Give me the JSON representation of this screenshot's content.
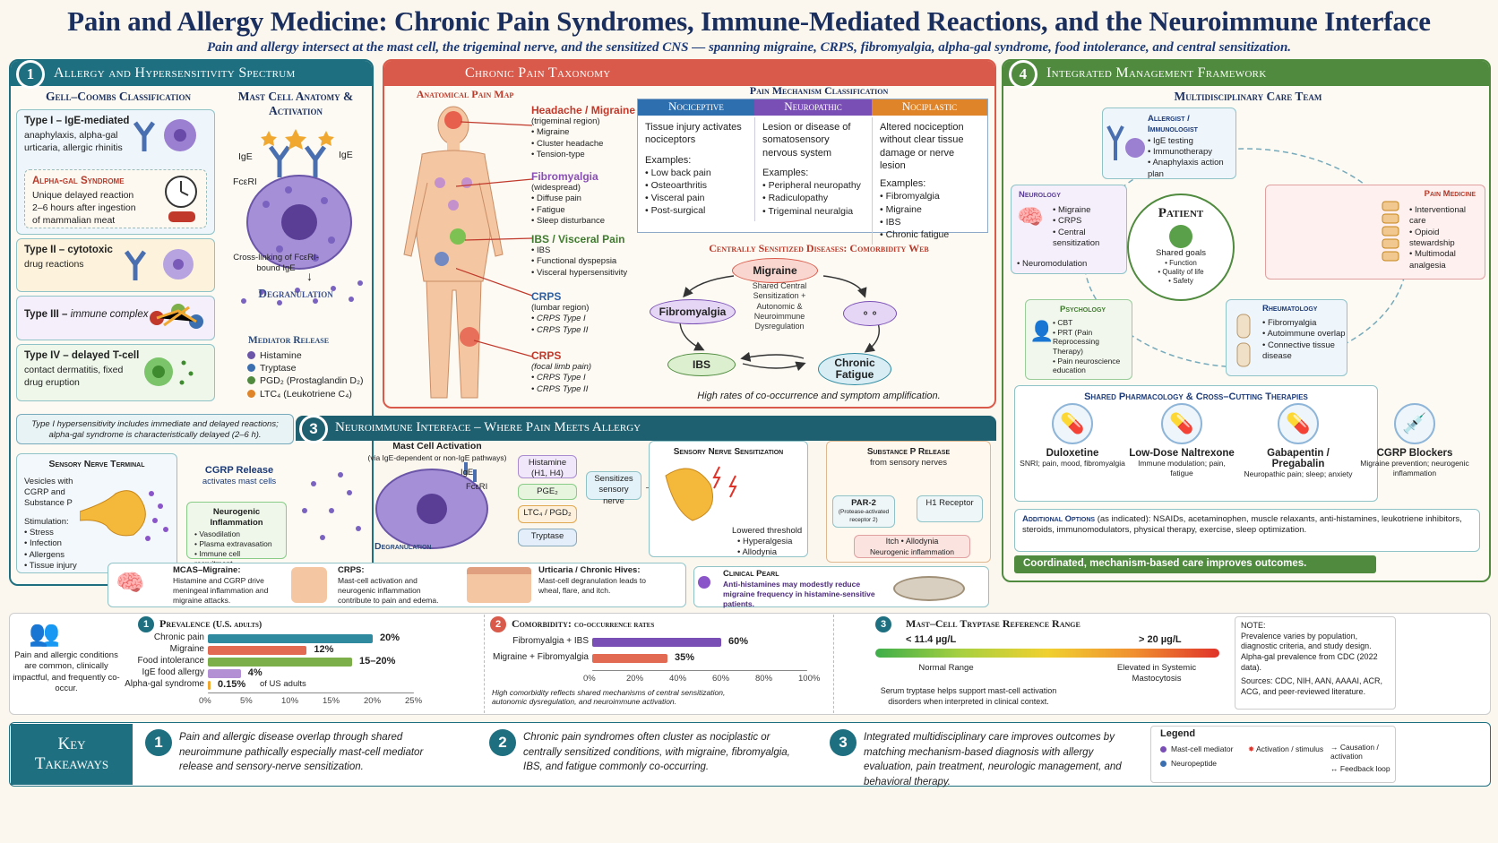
{
  "header": {
    "title": "Pain and Allergy Medicine: Chronic Pain Syndromes, Immune-Mediated Reactions, and the Neuroimmune Interface",
    "subtitle": "Pain and allergy intersect at the mast cell, the trigeminal nerve, and the sensitized CNS — spanning migraine, CRPS, fibromyalgia, alpha-gal syndrome, food intolerance, and central sensitization."
  },
  "p1": {
    "num": "1",
    "title": "Allergy and Hypersensitivity Spectrum",
    "gell_title": "Gell–Coombs Classification",
    "mast_title": "Mast Cell Anatomy & Activation",
    "type1_title": "Type I – IgE-mediated",
    "type1_desc": "anaphylaxis, alpha-gal urticaria, allergic rhinitis",
    "alpha_title": "Alpha-gal Syndrome",
    "alpha_desc": "Unique delayed reaction 2–6 hours after ingestion of mammalian meat",
    "type2_title": "Type II – cytotoxic",
    "type2_desc": "drug reactions",
    "type3_title": "Type III – ",
    "type3_it": "immune complex",
    "type4_title": "Type IV – delayed T-cell",
    "type4_desc": "contact dermatitis, fixed drug eruption",
    "ige": "IgE",
    "ige2": "IgE",
    "fceri": "FcεRI",
    "crosslink": "Cross-linking of FcεRI-bound IgE",
    "degran": "Degranulation",
    "mediator_title": "Mediator Release",
    "mediators": [
      "Histamine",
      "Tryptase",
      "PGD₂ (Prostaglandin D₂)",
      "LTC₄ (Leukotriene C₄)"
    ],
    "note": "Type I hypersensitivity includes immediate and delayed reactions; alpha-gal syndrome is characteristically delayed (2–6 h)."
  },
  "p2": {
    "title": "Chronic Pain Taxonomy",
    "map_title": "Anatomical Pain Map",
    "regions": [
      {
        "title": "Headache / Migraine",
        "sub": "(trigeminal region)",
        "items": [
          "Migraine",
          "Cluster headache",
          "Tension-type"
        ]
      },
      {
        "title": "Fibromyalgia",
        "sub": "(widespread)",
        "items": [
          "Diffuse pain",
          "Fatigue",
          "Sleep disturbance"
        ]
      },
      {
        "title": "IBS / Visceral Pain",
        "sub": "",
        "items": [
          "IBS",
          "Functional dyspepsia",
          "Visceral hypersensitivity"
        ]
      },
      {
        "title": "CRPS",
        "sub": "(lumbar region)",
        "items": [
          "CRPS Type I",
          "CRPS Type II"
        ]
      },
      {
        "title": "CRPS",
        "sub": "(focal limb pain)",
        "items": [
          "CRPS Type I",
          "CRPS Type II"
        ]
      }
    ],
    "mech_title": "Pain Mechanism Classification",
    "mech": [
      {
        "head": "Nociceptive",
        "desc": "Tissue injury activates nociceptors",
        "ex_title": "Examples:",
        "ex": [
          "Low back pain",
          "Osteoarthritis",
          "Visceral pain",
          "Post-surgical"
        ]
      },
      {
        "head": "Neuropathic",
        "desc": "Lesion or disease of somatosensory nervous system",
        "ex_title": "Examples:",
        "ex": [
          "Peripheral neuropathy",
          "Radiculopathy",
          "Trigeminal neuralgia"
        ]
      },
      {
        "head": "Nociplastic",
        "desc": "Altered nociception without clear tissue damage or nerve lesion",
        "ex_title": "Examples:",
        "ex": [
          "Fibromyalgia",
          "Migraine",
          "IBS",
          "Chronic fatigue"
        ]
      }
    ],
    "web_title": "Centrally Sensitized Diseases: Comorbidity Web",
    "web_nodes": [
      "Migraine",
      "Fibromyalgia",
      "IBS",
      "Chronic Fatigue"
    ],
    "web_center": "Shared Central Sensitization + Autonomic & Neuroimmune Dysregulation",
    "web_caption": "High rates of co-occurrence and symptom amplification."
  },
  "p3": {
    "num": "3",
    "title": "Neuroimmune Interface – Where Pain Meets Allergy",
    "terminal_title": "Sensory Nerve Terminal",
    "vesicles": "Vesicles with CGRP and Substance P",
    "stim_title": "Stimulation:",
    "stim": [
      "Stress",
      "Infection",
      "Allergens",
      "Tissue injury"
    ],
    "cgrp": "CGRP Release",
    "cgrp_sub": "activates mast cells",
    "neuro_title": "Neurogenic Inflammation",
    "neuro": [
      "Vasodilation",
      "Plasma extravasation",
      "Immune cell recruitment"
    ],
    "mc_title": "Mast Cell Activation",
    "mc_sub": "(via IgE-dependent or non-IgE pathways)",
    "ige": "IgE",
    "fceri": "FcεRI",
    "degran": "Degranulation",
    "mediators": [
      "Histamine (H1, H4)",
      "PGE₂",
      "LTC₄ / PGD₂",
      "Tryptase"
    ],
    "sensitizes": "Sensitizes sensory nerve",
    "sns_title": "Sensory Nerve Sensitization",
    "sns_lt": "Lowered threshold",
    "sns": [
      "Hyperalgesia",
      "Allodynia"
    ],
    "sp_title": "Substance P Release",
    "sp_sub": "from sensory nerves",
    "par2": "PAR-2",
    "par2_sub": "(Protease-activated receptor 2)",
    "h1": "H1 Receptor",
    "itch": "Itch • Allodynia",
    "itch2": "Neurogenic inflammation",
    "mcas_title": "MCAS–Migraine:",
    "mcas": "Histamine and CGRP drive meningeal inflammation and migraine attacks.",
    "crps_title": "CRPS:",
    "crps": "Mast-cell activation and neurogenic inflammation contribute to pain and edema.",
    "urt_title": "Urticaria / Chronic Hives:",
    "urt": "Mast-cell degranulation leads to wheal, flare, and itch.",
    "pearl_title": "Clinical Pearl",
    "pearl": "Anti-histamines may modestly reduce migraine frequency in histamine-sensitive patients."
  },
  "p4": {
    "num": "4",
    "title": "Integrated Management Framework",
    "team_title": "Multidisciplinary Care Team",
    "allergist_title": "Allergist / Immunologist",
    "allergist": [
      "IgE testing",
      "Immunotherapy",
      "Anaphylaxis action plan"
    ],
    "neuro_title": "Neurology",
    "neuro": [
      "Migraine",
      "CRPS",
      "Central sensitization",
      "Neuromodulation"
    ],
    "pain_title": "Pain Medicine",
    "pain": [
      "Interventional care",
      "Opioid stewardship",
      "Multimodal analgesia"
    ],
    "psych_title": "Psychology",
    "psych": [
      "CBT",
      "PRT (Pain Reprocessing Therapy)",
      "Pain neuroscience education"
    ],
    "rheum_title": "Rheumatology",
    "rheum": [
      "Fibromyalgia",
      "Autoimmune overlap",
      "Connective tissue disease"
    ],
    "patient": "Patient",
    "patient_goals": "Shared goals",
    "patient_list": [
      "Function",
      "Quality of life",
      "Safety"
    ],
    "pharm_title": "Shared Pharmacology & Cross–Cutting Therapies",
    "drugs": [
      {
        "name": "Duloxetine",
        "desc": "SNRI; pain, mood, fibromyalgia"
      },
      {
        "name": "Low-Dose Naltrexone",
        "desc": "Immune modulation; pain, fatigue"
      },
      {
        "name": "Gabapentin / Pregabalin",
        "desc": "Neuropathic pain; sleep; anxiety"
      },
      {
        "name": "CGRP Blockers",
        "desc": "Migraine prevention; neurogenic inflammation"
      }
    ],
    "add_title": "Additional Options",
    "add_sub": "(as indicated):",
    "add": "NSAIDs, acetaminophen, muscle relaxants, anti-histamines, leukotriene inhibitors, steroids, immunomodulators, physical therapy, exercise, sleep optimization.",
    "banner": "Coordinated, mechanism-based care improves outcomes."
  },
  "stats": {
    "people_text": "Pain and allergic conditions are common, clinically impactful, and frequently co-occur.",
    "prev_num": "1",
    "prev_title": "Prevalence",
    "prev_sub": "(U.S. adults)",
    "comor_num": "2",
    "comor_title": "Comorbidity:",
    "comor_sub": "co-occurrence rates",
    "comor_caption": "High comorbidity reflects shared mechanisms of central sensitization, autonomic dysregulation, and neuroimmune activation.",
    "tryp_num": "3",
    "tryp_title": "Mast–Cell Tryptase Reference Range",
    "tryp_low": "< 11.4 µg/L",
    "tryp_high": "> 20 µg/L",
    "tryp_normal": "Normal Range",
    "tryp_elev": "Elevated in Systemic Mastocytosis",
    "tryp_caption": "Serum tryptase helps support mast-cell activation disorders when interpreted in clinical context.",
    "note_title": "NOTE:",
    "note": "Prevalence varies by population, diagnostic criteria, and study design. Alpha-gal prevalence from CDC (2022 data).",
    "sources": "Sources: CDC, NIH, AAN, AAAAI, ACR, ACG, and peer-reviewed literature."
  },
  "chart_data": [
    {
      "type": "bar",
      "title": "Prevalence (U.S. adults)",
      "categories": [
        "Chronic pain",
        "Migraine",
        "Food intolerance",
        "IgE food allergy",
        "Alpha-gal syndrome"
      ],
      "values": [
        20,
        12,
        17.5,
        4,
        0.15
      ],
      "value_labels": [
        "20%",
        "12%",
        "15–20%",
        "4%",
        "0.15%"
      ],
      "extra_label": "of US adults",
      "xticks": [
        "0%",
        "5%",
        "10%",
        "15%",
        "20%",
        "25%"
      ],
      "xlim": [
        0,
        25
      ],
      "colors": [
        "#2f8aa0",
        "#e36a52",
        "#7cae4a",
        "#b390d4",
        "#f0a830"
      ]
    },
    {
      "type": "bar",
      "title": "Comorbidity: co-occurrence rates",
      "categories": [
        "Fibromyalgia + IBS",
        "Migraine + Fibromyalgia"
      ],
      "values": [
        60,
        35
      ],
      "value_labels": [
        "60%",
        "35%"
      ],
      "xticks": [
        "0%",
        "20%",
        "40%",
        "60%",
        "80%",
        "100%"
      ],
      "xlim": [
        0,
        100
      ],
      "colors": [
        "#7a4fb5",
        "#e36a52"
      ]
    }
  ],
  "takeaways": {
    "title": "Key Takeaways",
    "items": [
      "Pain and allergic disease overlap through shared neuroimmune pathically especially mast-cell mediator release and sensory-nerve sensitization.",
      "Chronic pain syndromes often cluster as nociplastic or centrally sensitized conditions, with migraine, fibromyalgia, IBS, and fatigue commonly co-occurring.",
      "Integrated multidisciplinary care improves outcomes by matching mechanism-based diagnosis with allergy evaluation, pain treatment, neurologic management, and behavioral therapy."
    ],
    "legend_title": "Legend",
    "legend": [
      "Mast-cell mediator",
      "Neuropeptide",
      "Activation / stimulus",
      "Causation / activation",
      "Feedback loop"
    ]
  },
  "colors": {
    "teal": "#1e6f80",
    "red": "#d95a4a",
    "green": "#4f8a3e",
    "navy": "#1b2f5e"
  }
}
